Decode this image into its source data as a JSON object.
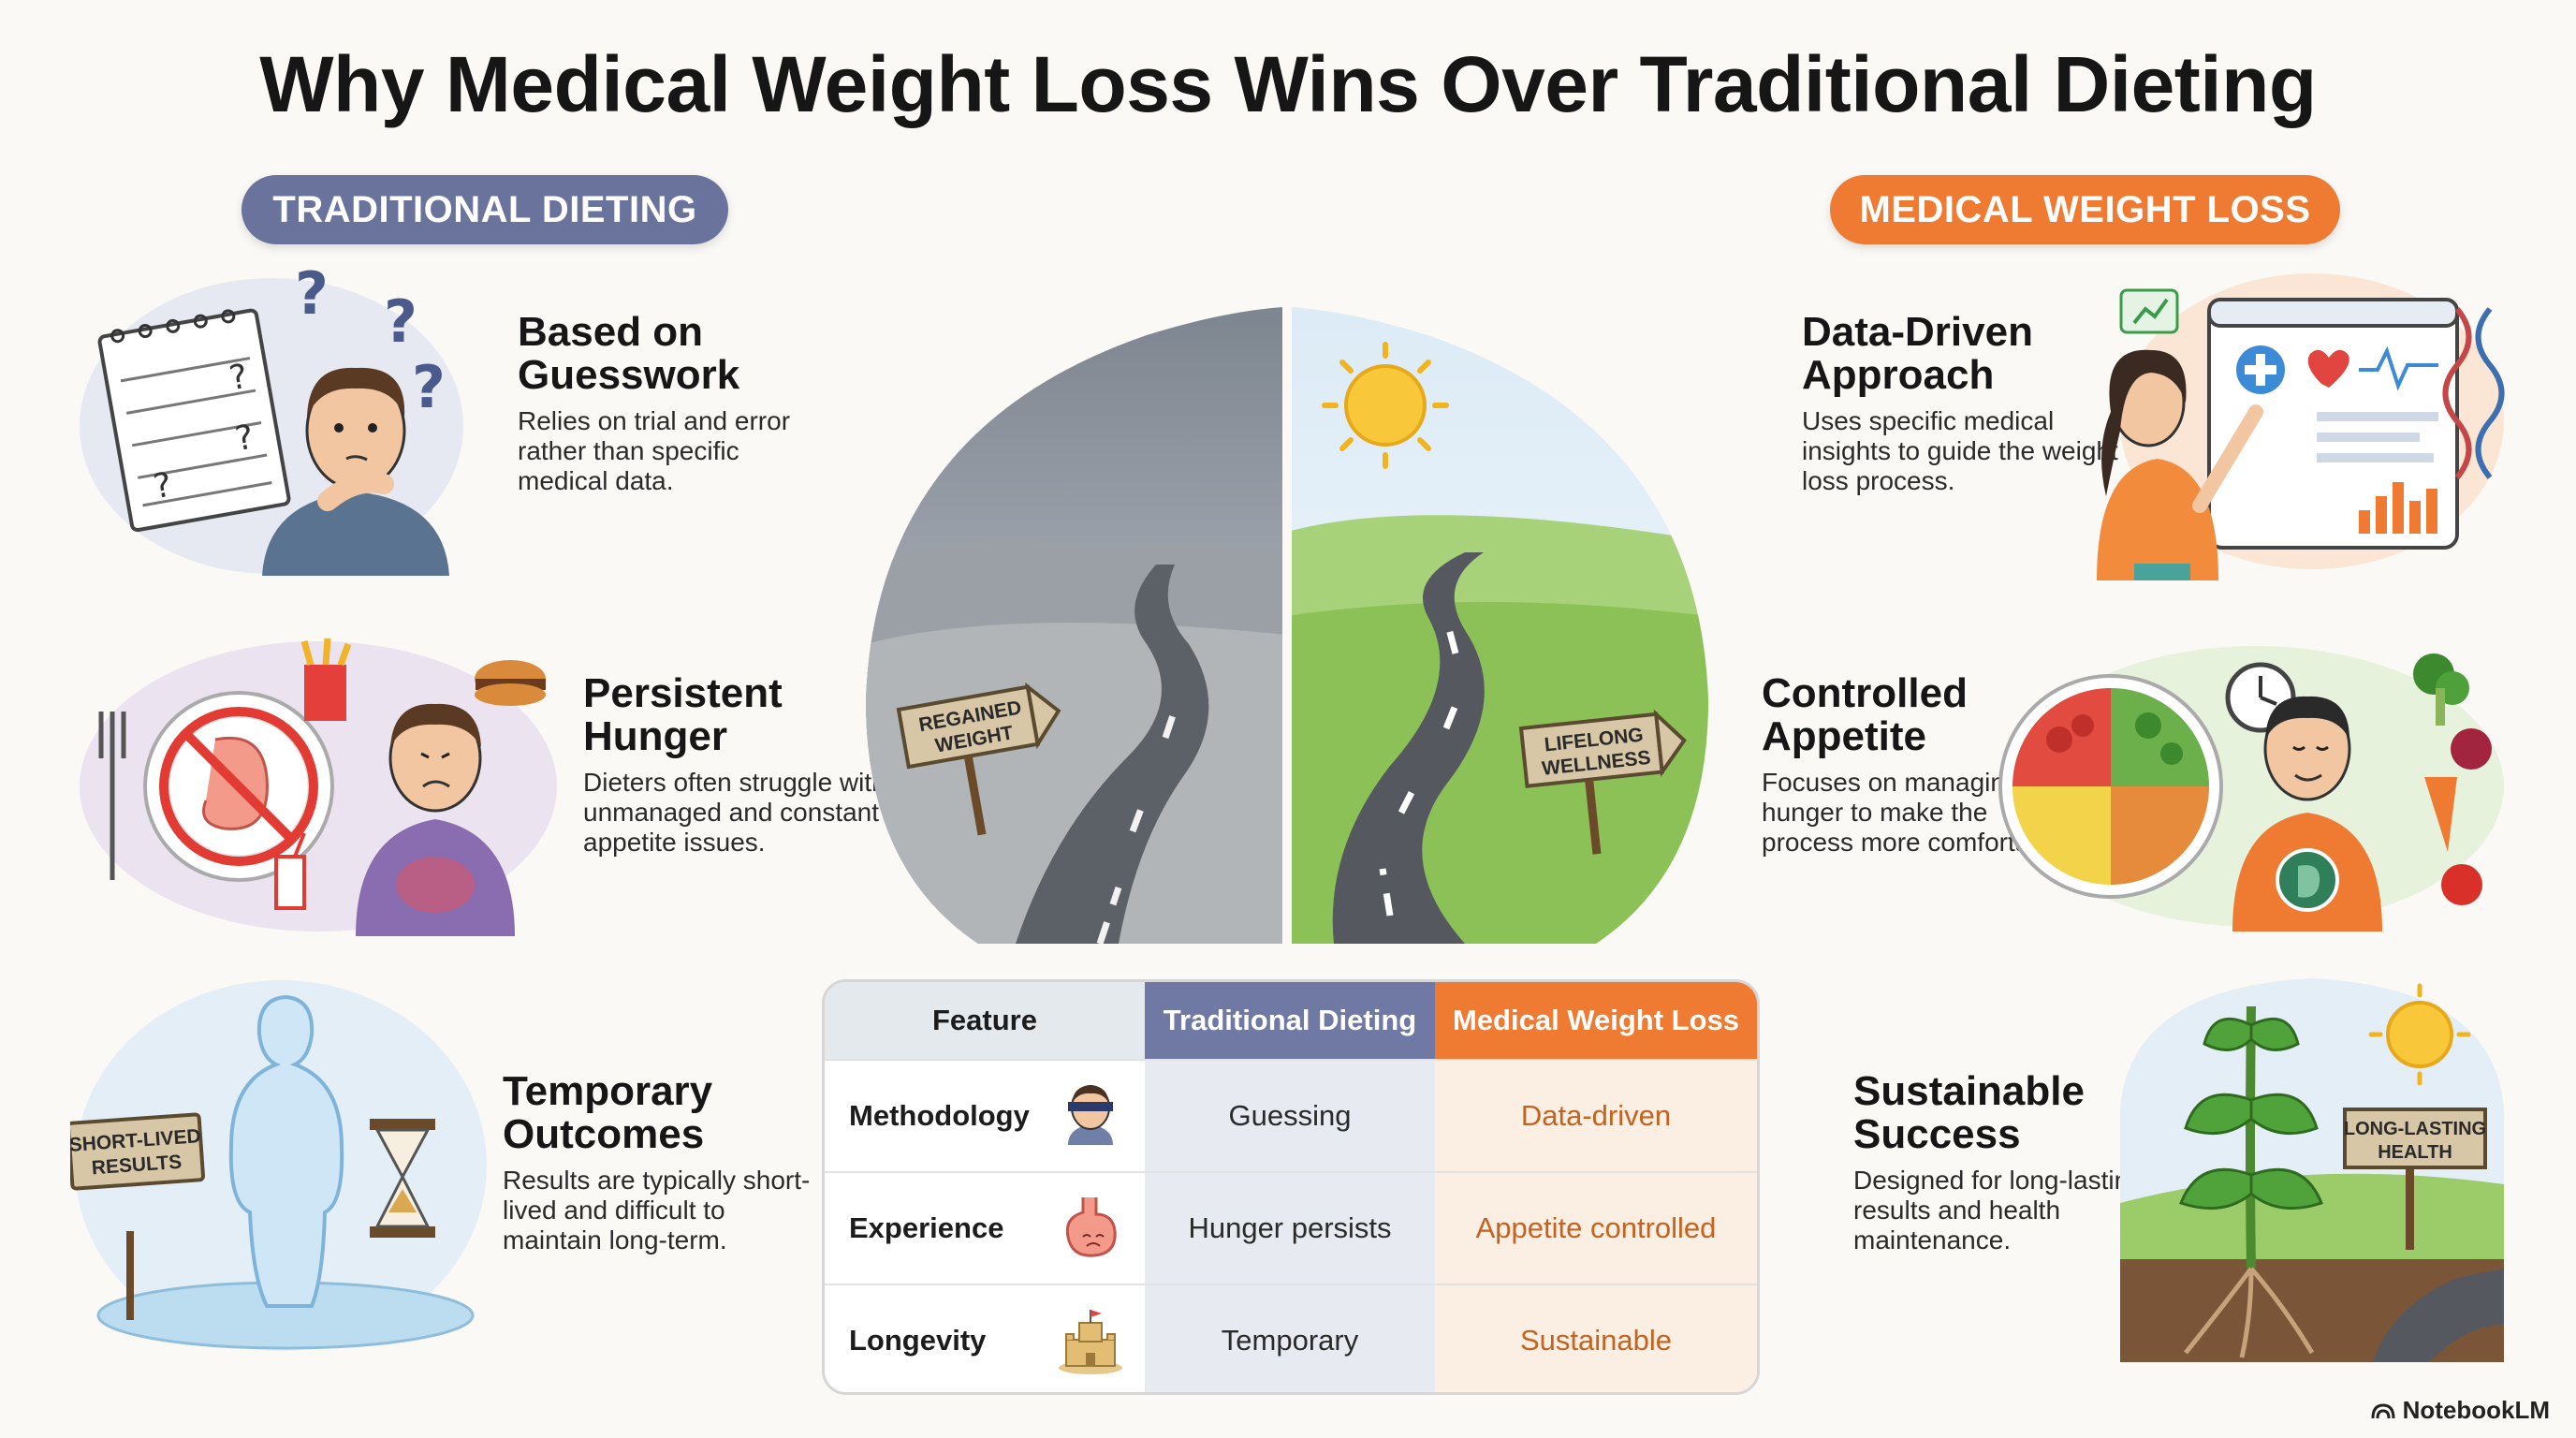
{
  "title": "Why Medical Weight Loss Wins Over Traditional Dieting",
  "traditional": {
    "label": "TRADITIONAL DIETING",
    "features": [
      {
        "title": "Based on Guesswork",
        "desc": "Relies on trial and error rather than specific medical data."
      },
      {
        "title": "Persistent Hunger",
        "desc": "Dieters often struggle with unmanaged and constant appetite issues."
      },
      {
        "title": "Temporary Outcomes",
        "desc": "Results are typically short-lived and difficult to maintain long-term."
      }
    ],
    "sign": "SHORT-LIVED RESULTS"
  },
  "medical": {
    "label": "MEDICAL WEIGHT LOSS",
    "features": [
      {
        "title": "Data-Driven Approach",
        "desc": "Uses specific medical insights to guide the weight loss process."
      },
      {
        "title": "Controlled Appetite",
        "desc": "Focuses on managing hunger to make the process more comfortable."
      },
      {
        "title": "Sustainable Success",
        "desc": "Designed for long-lasting results and health maintenance."
      }
    ],
    "sign": "LONG-LASTING HEALTH"
  },
  "center": {
    "left_sign": "REGAINED WEIGHT",
    "right_sign": "LIFELONG WELLNESS"
  },
  "table": {
    "headers": [
      "Feature",
      "Traditional Dieting",
      "Medical Weight Loss"
    ],
    "rows": [
      {
        "feature": "Methodology",
        "traditional": "Guessing",
        "medical": "Data-driven",
        "icon": "blindfold-icon"
      },
      {
        "feature": "Experience",
        "traditional": "Hunger persists",
        "medical": "Appetite controlled",
        "icon": "stomach-icon"
      },
      {
        "feature": "Longevity",
        "traditional": "Temporary",
        "medical": "Sustainable",
        "icon": "sandcastle-icon"
      }
    ]
  },
  "brand": "NotebookLM",
  "colors": {
    "traditional": "#69739c",
    "medical": "#ef7a32",
    "medical_text": "#c4621f"
  }
}
